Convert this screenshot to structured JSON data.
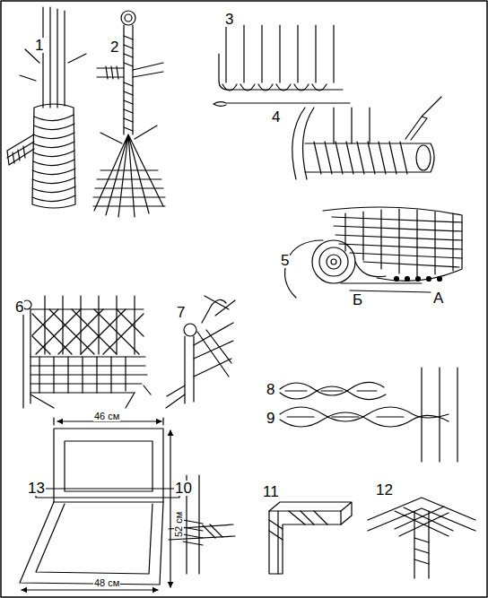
{
  "diagram": {
    "labels": [
      "1",
      "2",
      "3",
      "4",
      "6",
      "7",
      "5",
      "Б",
      "А",
      "8",
      "9",
      "13",
      "46 см",
      "52 см",
      "48 см",
      "10",
      "11",
      "12"
    ]
  }
}
